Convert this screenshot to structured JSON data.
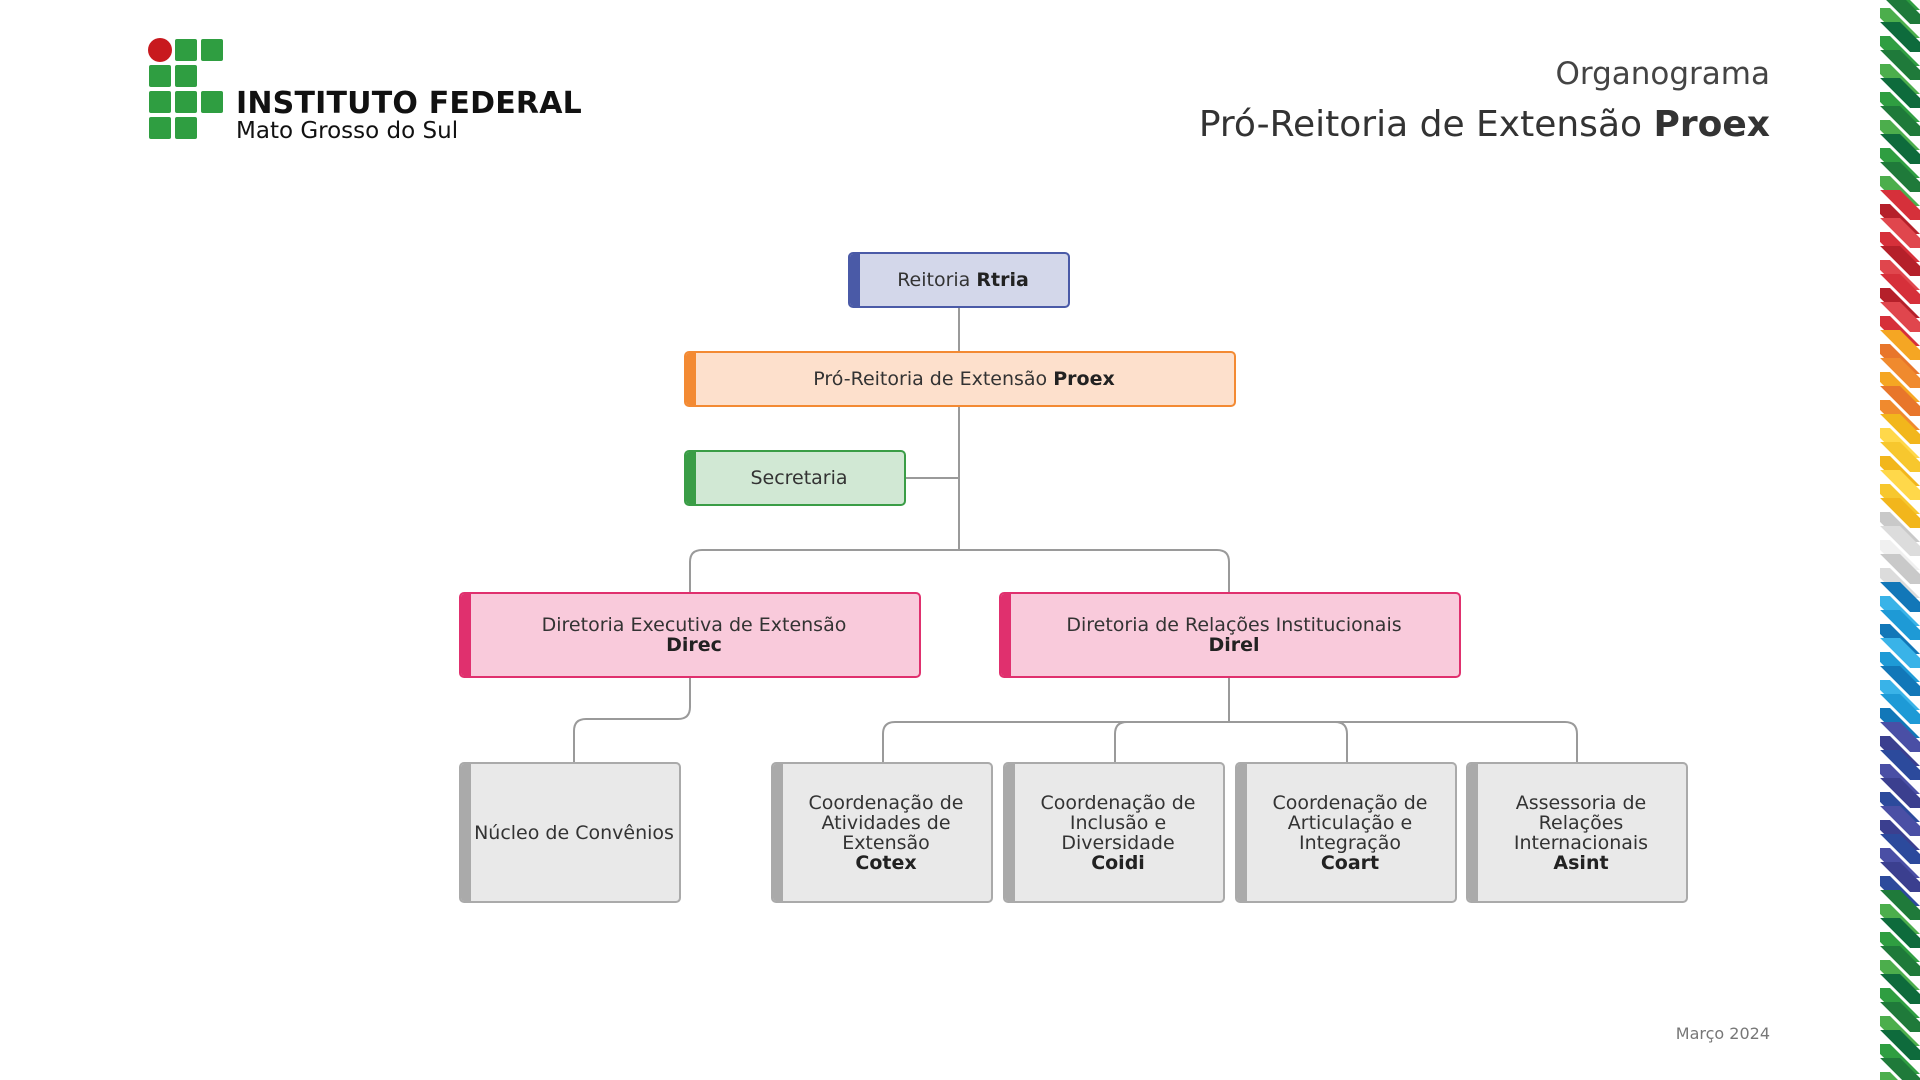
{
  "brand": {
    "name": "INSTITUTO FEDERAL",
    "campus": "Mato Grosso do Sul"
  },
  "header": {
    "subtitle": "Organograma",
    "title_prefix": "Pró-Reitoria de Extensão",
    "title_acronym": "Proex"
  },
  "footer": {
    "date": "Março 2024"
  },
  "colors": {
    "reitoria": "#4a5aa7",
    "proex": "#f38a33",
    "secretaria": "#3a9d46",
    "diretoria": "#e0306e",
    "coordenacao": "#aaaaaa",
    "connector": "#9a9a9a"
  },
  "org": {
    "reitoria": {
      "name": "Reitoria",
      "acronym": "Rtria"
    },
    "proex": {
      "name": "Pró-Reitoria de Extensão",
      "acronym": "Proex"
    },
    "secretaria": {
      "name": "Secretaria"
    },
    "direc": {
      "name": "Diretoria Executiva de Extensão",
      "acronym": "Direc"
    },
    "direl": {
      "name": "Diretoria de Relações Institucionais",
      "acronym": "Direl"
    },
    "nucleo": {
      "name": "Núcleo de Convênios"
    },
    "cotex": {
      "name_lines": [
        "Coordenação de",
        "Atividades de",
        "Extensão"
      ],
      "acronym": "Cotex"
    },
    "coidi": {
      "name_lines": [
        "Coordenação de",
        "Inclusão e",
        "Diversidade"
      ],
      "acronym": "Coidi"
    },
    "coart": {
      "name_lines": [
        "Coordenação de",
        "Articulação e",
        "Integração"
      ],
      "acronym": "Coart"
    },
    "asint": {
      "name_lines": [
        "Assessoria de",
        "Relações",
        "Internacionais"
      ],
      "acronym": "Asint"
    }
  }
}
